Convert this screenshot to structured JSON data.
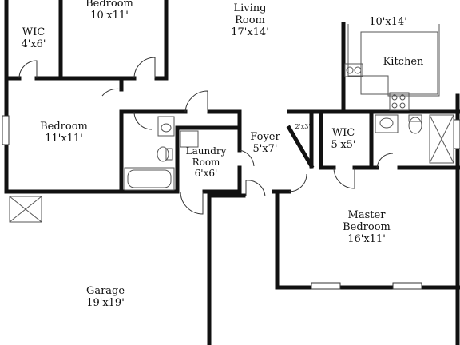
{
  "plan": {
    "rooms": [
      {
        "id": "bedroom-top",
        "name": "Bedroom",
        "size": "10'x11'"
      },
      {
        "id": "wic-left",
        "name": "WIC",
        "size": "4'x6'"
      },
      {
        "id": "living-room",
        "name": "Living Room",
        "size": "17'x14'"
      },
      {
        "id": "kitchen-dim",
        "name": "",
        "size": "10'x14'"
      },
      {
        "id": "kitchen",
        "name": "Kitchen",
        "size": ""
      },
      {
        "id": "bedroom-left",
        "name": "Bedroom",
        "size": "11'x11'"
      },
      {
        "id": "laundry",
        "name": "Laundry Room",
        "size": "6'x6'"
      },
      {
        "id": "foyer",
        "name": "Foyer",
        "size": "5'x7'"
      },
      {
        "id": "closet",
        "name": "",
        "size": "2'x3'"
      },
      {
        "id": "wic-right",
        "name": "WIC",
        "size": "5'x5'"
      },
      {
        "id": "master",
        "name": "Master Bedroom",
        "size": "16'x11'"
      },
      {
        "id": "garage",
        "name": "Garage",
        "size": "19'x19'"
      }
    ],
    "text": {
      "bedroom_top_name": "Bedroom",
      "bedroom_top_size": "10'x11'",
      "wic_left_name": "WIC",
      "wic_left_size": "4'x6'",
      "living_line1": "Living",
      "living_line2": "Room",
      "living_size": "17'x14'",
      "kitchen_size": "10'x14'",
      "kitchen_name": "Kitchen",
      "bedroom_left_name": "Bedroom",
      "bedroom_left_size": "11'x11'",
      "laundry_line1": "Laundry",
      "laundry_line2": "Room",
      "laundry_size": "6'x6'",
      "foyer_name": "Foyer",
      "foyer_size": "5'x7'",
      "closet_size": "2'x3'",
      "wic_right_name": "WIC",
      "wic_right_size": "5'x5'",
      "master_line1": "Master",
      "master_line2": "Bedroom",
      "master_size": "16'x11'",
      "garage_name": "Garage",
      "garage_size": "19'x19'"
    },
    "colors": {
      "wall": "#111111",
      "fixture": "#555555",
      "background": "#ffffff"
    }
  }
}
